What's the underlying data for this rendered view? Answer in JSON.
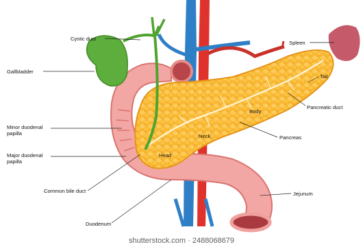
{
  "labels": {
    "cystic_duct": "Cystic duct",
    "spleen": "Spleen",
    "gallbladder": "Gallbladder",
    "tail": "Tail",
    "pancreatic_duct": "Pancreatic duct",
    "body": "Body",
    "minor_duodenal_papilla": "Minor duodenal papilla",
    "neck": "Neck",
    "pancreas": "Pancreas",
    "major_duodenal_papilla": "Major duodenal papilla",
    "head": "Head",
    "common_bile_duct": "Common bile duct",
    "jejunum": "Jejunum",
    "duodenum": "Duodenum"
  },
  "watermark": "shutterstock.com · 2488068679",
  "colors": {
    "pancreas": "#f7b733",
    "pancreas_dark": "#e69418",
    "duodenum": "#f2a7a4",
    "duodenum_dark": "#d9736f",
    "gallbladder": "#5dae3c",
    "artery": "#e0322c",
    "vein": "#2f7fc7",
    "spleen": "#c45a6a"
  }
}
